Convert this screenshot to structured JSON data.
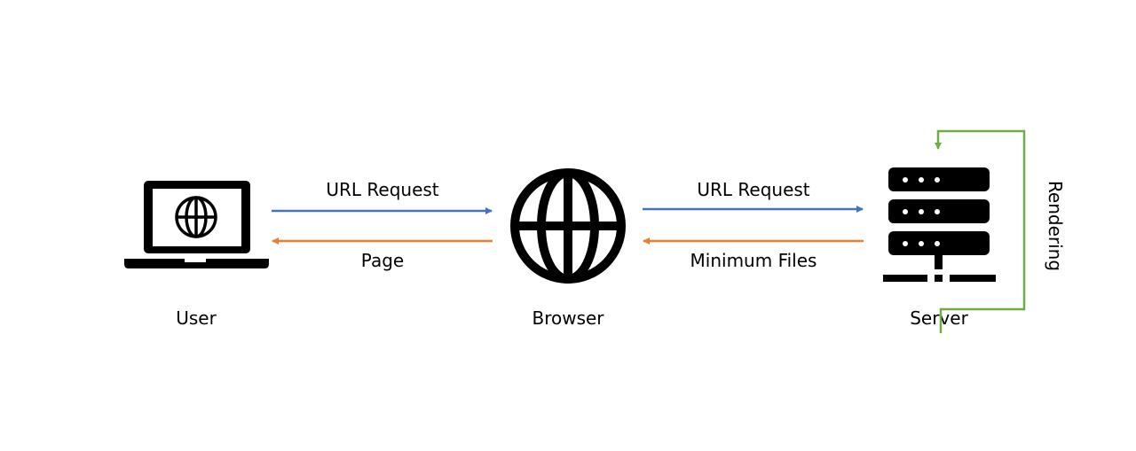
{
  "nodes": {
    "user": {
      "label": "User",
      "icon": "laptop-globe-icon"
    },
    "browser": {
      "label": "Browser",
      "icon": "globe-icon"
    },
    "server": {
      "label": "Server",
      "icon": "server-rack-icon"
    }
  },
  "edges": {
    "user_to_browser": {
      "label": "URL Request",
      "color": "#4472C4"
    },
    "browser_to_user": {
      "label": "Page",
      "color": "#ED7D31"
    },
    "browser_to_server": {
      "label": "URL Request",
      "color": "#4472C4"
    },
    "server_to_browser": {
      "label": "Minimum Files",
      "color": "#ED7D31"
    },
    "server_loop": {
      "label": "Rendering",
      "color": "#70AD47"
    }
  }
}
